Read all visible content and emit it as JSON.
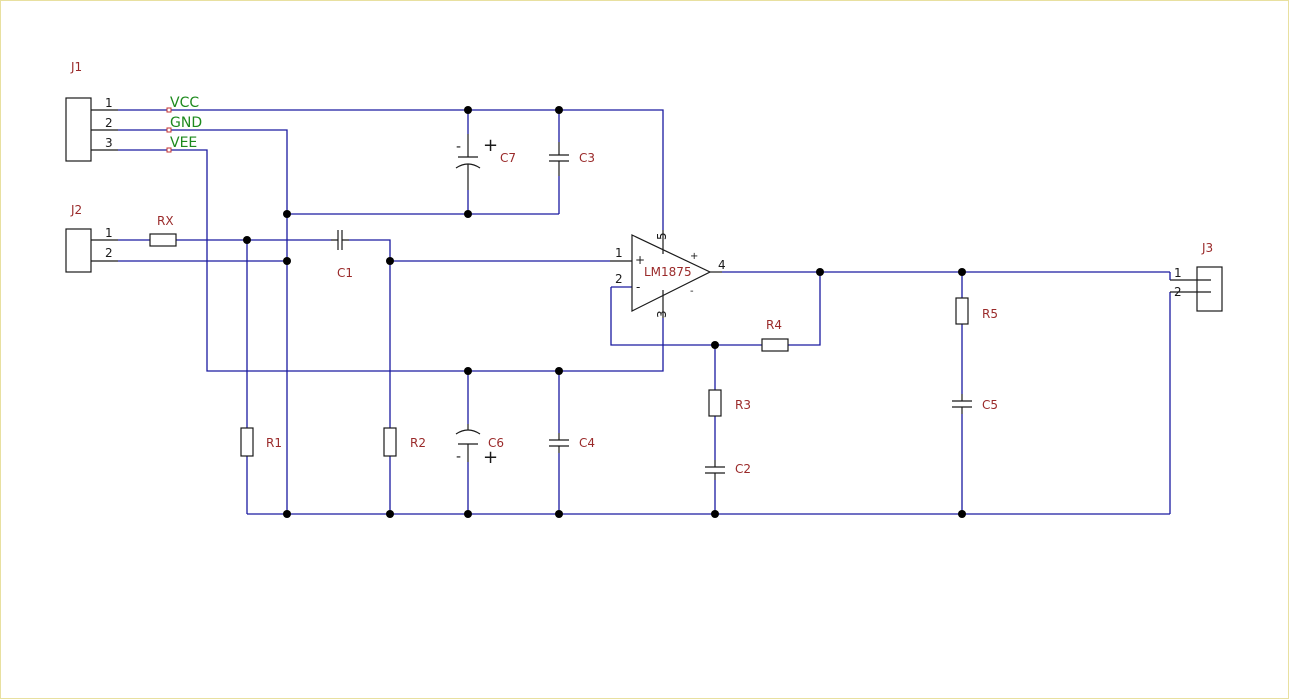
{
  "connectors": {
    "j1": {
      "ref": "J1",
      "pins": [
        "1",
        "2",
        "3"
      ]
    },
    "j2": {
      "ref": "J2",
      "pins": [
        "1",
        "2"
      ]
    },
    "j3": {
      "ref": "J3",
      "pins": [
        "1",
        "2"
      ]
    }
  },
  "nets": {
    "vcc": "VCC",
    "gnd": "GND",
    "vee": "VEE"
  },
  "resistors": {
    "rx": "RX",
    "r1": "R1",
    "r2": "R2",
    "r3": "R3",
    "r4": "R4",
    "r5": "R5"
  },
  "capacitors": {
    "c1": "C1",
    "c2": "C2",
    "c3": "C3",
    "c4": "C4",
    "c5": "C5",
    "c6": "C6",
    "c7": "C7"
  },
  "amp": {
    "name": "LM1875",
    "pins": {
      "p1": "1",
      "p2": "2",
      "p3": "3",
      "p4": "4",
      "p5": "5"
    },
    "plus": "+",
    "minus": "-",
    "sup_plus": "+",
    "sup_minus": "-"
  },
  "polarity": {
    "c7_plus": "+",
    "c7_minus": "-",
    "c6_plus": "+",
    "c6_minus": "-"
  },
  "colors": {
    "wire": "#1a1aa0",
    "ref": "#9a2a2a",
    "net": "#1d8a1d",
    "pin": "#c03030"
  }
}
